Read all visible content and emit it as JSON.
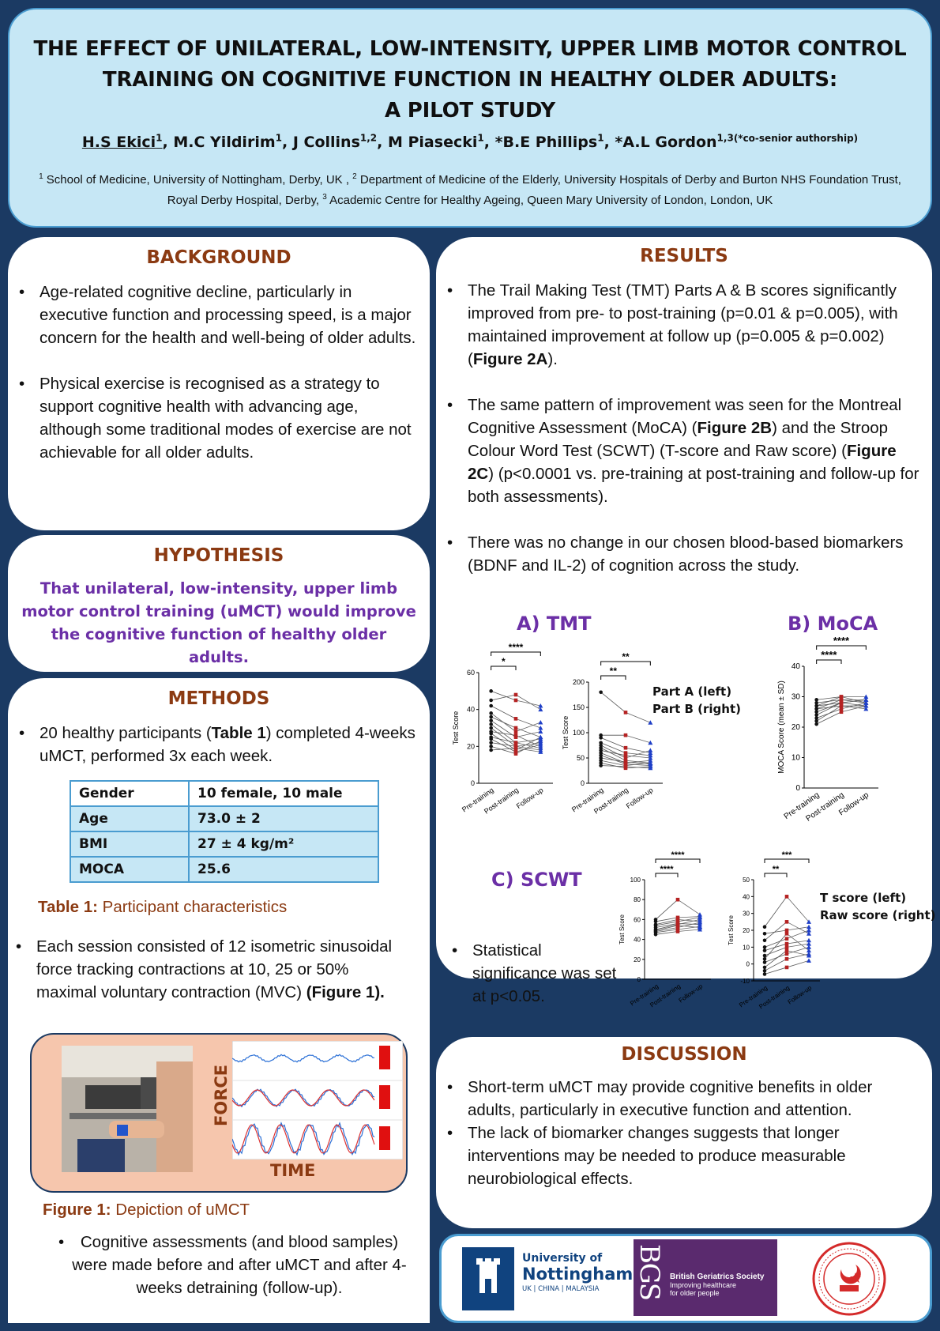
{
  "header": {
    "title_line1": "THE EFFECT OF UNILATERAL, LOW-INTENSITY, UPPER LIMB MOTOR CONTROL",
    "title_line2": "TRAINING ON COGNITIVE FUNCTION IN HEALTHY OLDER ADULTS:",
    "title_line3": "A PILOT STUDY",
    "authors": [
      {
        "name": "H.S Ekici",
        "sup": "1"
      },
      {
        "name": ", M.C Yildirim",
        "sup": "1"
      },
      {
        "name": ", J Collins",
        "sup": "1,2"
      },
      {
        "name": ", M Piasecki",
        "sup": "1"
      },
      {
        "name": ", *B.E Phillips",
        "sup": "1"
      },
      {
        "name": ", *A.L Gordon",
        "sup": "1,3"
      }
    ],
    "co_senior_note": "(*co-senior authorship)",
    "affiliations": [
      {
        "sup": "1",
        "text": " School of Medicine, University of Nottingham, Derby, UK , "
      },
      {
        "sup": "2",
        "text": " Department of Medicine of the Elderly, University Hospitals of Derby and Burton NHS Foundation Trust, Royal Derby Hospital, Derby, "
      },
      {
        "sup": "3",
        "text": " Academic Centre for Healthy Ageing, Queen Mary University of London, London, UK"
      }
    ]
  },
  "background": {
    "title": "BACKGROUND",
    "bullets": [
      "Age-related cognitive decline, particularly in executive function and processing speed, is a major concern for the health and well-being of older adults.",
      "Physical exercise is recognised as a strategy to support cognitive health with advancing age, although some traditional modes of exercise are not achievable for all older adults."
    ]
  },
  "hypothesis": {
    "title": "HYPOTHESIS",
    "text": "That unilateral, low-intensity, upper limb motor control training (uMCT) would improve the cognitive function of healthy older adults."
  },
  "methods": {
    "title": "METHODS",
    "bullet1_pre": "20 healthy participants (",
    "bullet1_bold": "Table 1",
    "bullet1_post": ") completed 4-weeks uMCT, performed 3x each week.",
    "table": [
      [
        "Gender",
        "10 female, 10 male"
      ],
      [
        "Age",
        "73.0 ± 2"
      ],
      [
        "BMI",
        "27 ± 4 kg/m²"
      ],
      [
        "MOCA",
        "25.6"
      ]
    ],
    "table_caption_bold": "Table 1:",
    "table_caption": " Participant characteristics",
    "bullet2_pre": "Each session consisted of 12 isometric sinusoidal force tracking contractions at 10, 25 or 50% maximal voluntary contraction (MVC) ",
    "bullet2_bold": "(Figure 1).",
    "fig1_force_label": "FORCE",
    "fig1_time_label": "TIME",
    "fig1_caption_bold": "Figure 1:",
    "fig1_caption": " Depiction of uMCT",
    "bullet3": "Cognitive assessments (and blood samples) were made before and after uMCT and after 4-weeks detraining (follow-up)."
  },
  "results": {
    "title": "RESULTS",
    "b1_pre": "The Trail Making Test (TMT) Parts A & B scores significantly improved from pre- to post-training (p=0.01 & p=0.005), with maintained improvement at follow up (p=0.005 & p=0.002) (",
    "b1_bold": "Figure 2A",
    "b1_post": ").",
    "b2_a": "The same pattern of improvement was seen for the Montreal Cognitive Assessment (MoCA) (",
    "b2_bold1": "Figure 2B",
    "b2_b": ") and the Stroop Colour Word Test (SCWT) (T-score and Raw score) (",
    "b2_bold2": "Figure 2C",
    "b2_c": ") (p<0.0001 vs. pre-training at post-training and follow-up for both assessments).",
    "b3": "There was no change in our chosen blood-based biomarkers (BDNF and IL-2)  of cognition across the study.",
    "b4": "Statistical significance was set at p<0.05.",
    "fig_a_title": "A) TMT",
    "fig_b_title": "B) MoCA",
    "fig_c_title": "C) SCWT",
    "legend_ab_1": "Part A (left)",
    "legend_ab_2": "Part B (right)",
    "legend_c_1": "T score (left)",
    "legend_c_2": "Raw score (right)",
    "ylabel_test": "Test Score",
    "ylabel_moca": "MOCA Score (mean ± SD)",
    "xcats": [
      "Pre-training",
      "Post-training",
      "Follow-up"
    ]
  },
  "chart_data": [
    {
      "id": "tmt_a",
      "type": "scatter",
      "ylabel": "Test Score",
      "categories": [
        "Pre-training",
        "Post-training",
        "Follow-up"
      ],
      "ylim": [
        0,
        60
      ],
      "yticks": [
        0,
        20,
        40,
        60
      ],
      "sig": [
        "*",
        "****"
      ],
      "series": [
        {
          "values": [
            50,
            45,
            42
          ]
        },
        {
          "values": [
            45,
            48,
            40
          ]
        },
        {
          "values": [
            42,
            35,
            30
          ]
        },
        {
          "values": [
            38,
            28,
            33
          ]
        },
        {
          "values": [
            36,
            30,
            25
          ]
        },
        {
          "values": [
            34,
            25,
            28
          ]
        },
        {
          "values": [
            32,
            22,
            24
          ]
        },
        {
          "values": [
            30,
            20,
            22
          ]
        },
        {
          "values": [
            28,
            26,
            20
          ]
        },
        {
          "values": [
            27,
            18,
            25
          ]
        },
        {
          "values": [
            25,
            22,
            19
          ]
        },
        {
          "values": [
            24,
            17,
            21
          ]
        },
        {
          "values": [
            22,
            20,
            18
          ]
        },
        {
          "values": [
            20,
            16,
            23
          ]
        },
        {
          "values": [
            18,
            19,
            17
          ]
        }
      ]
    },
    {
      "id": "tmt_b",
      "type": "scatter",
      "ylabel": "Test Score",
      "categories": [
        "Pre-training",
        "Post-training",
        "Follow-up"
      ],
      "ylim": [
        0,
        200
      ],
      "yticks": [
        0,
        50,
        100,
        150,
        200
      ],
      "sig": [
        "**",
        "**"
      ],
      "series": [
        {
          "values": [
            180,
            140,
            120
          ]
        },
        {
          "values": [
            95,
            95,
            80
          ]
        },
        {
          "values": [
            90,
            70,
            60
          ]
        },
        {
          "values": [
            80,
            60,
            55
          ]
        },
        {
          "values": [
            75,
            50,
            65
          ]
        },
        {
          "values": [
            70,
            45,
            40
          ]
        },
        {
          "values": [
            65,
            55,
            50
          ]
        },
        {
          "values": [
            60,
            40,
            45
          ]
        },
        {
          "values": [
            55,
            38,
            35
          ]
        },
        {
          "values": [
            50,
            42,
            38
          ]
        },
        {
          "values": [
            45,
            35,
            40
          ]
        },
        {
          "values": [
            40,
            30,
            33
          ]
        },
        {
          "values": [
            35,
            33,
            30
          ]
        }
      ]
    },
    {
      "id": "moca",
      "type": "scatter",
      "ylabel": "MOCA Score (mean ± SD)",
      "categories": [
        "Pre-training",
        "Post-training",
        "Follow-up"
      ],
      "ylim": [
        0,
        40
      ],
      "yticks": [
        0,
        10,
        20,
        30,
        40
      ],
      "sig": [
        "****",
        "****"
      ],
      "series": [
        {
          "values": [
            29,
            30,
            30
          ]
        },
        {
          "values": [
            28,
            29,
            29
          ]
        },
        {
          "values": [
            27,
            30,
            28
          ]
        },
        {
          "values": [
            27,
            28,
            29
          ]
        },
        {
          "values": [
            26,
            29,
            28
          ]
        },
        {
          "values": [
            26,
            27,
            27
          ]
        },
        {
          "values": [
            25,
            28,
            29
          ]
        },
        {
          "values": [
            24,
            28,
            27
          ]
        },
        {
          "values": [
            23,
            26,
            28
          ]
        },
        {
          "values": [
            22,
            27,
            26
          ]
        },
        {
          "values": [
            21,
            25,
            27
          ]
        }
      ]
    },
    {
      "id": "scwt_t",
      "type": "scatter",
      "ylabel": "Test Score",
      "categories": [
        "Pre-training",
        "Post-training",
        "Follow-up"
      ],
      "ylim": [
        0,
        100
      ],
      "yticks": [
        0,
        20,
        40,
        60,
        80,
        100
      ],
      "sig": [
        "****",
        "****"
      ],
      "series": [
        {
          "values": [
            60,
            80,
            65
          ]
        },
        {
          "values": [
            58,
            62,
            63
          ]
        },
        {
          "values": [
            55,
            60,
            58
          ]
        },
        {
          "values": [
            54,
            58,
            62
          ]
        },
        {
          "values": [
            52,
            56,
            55
          ]
        },
        {
          "values": [
            50,
            55,
            60
          ]
        },
        {
          "values": [
            49,
            54,
            52
          ]
        },
        {
          "values": [
            48,
            52,
            57
          ]
        },
        {
          "values": [
            47,
            50,
            53
          ]
        },
        {
          "values": [
            45,
            48,
            50
          ]
        }
      ]
    },
    {
      "id": "scwt_raw",
      "type": "scatter",
      "ylabel": "Test Score",
      "categories": [
        "Pre-training",
        "Post-training",
        "Follow-up"
      ],
      "ylim": [
        -10,
        50
      ],
      "yticks": [
        -10,
        0,
        10,
        20,
        30,
        40,
        50
      ],
      "sig": [
        "**",
        "***"
      ],
      "series": [
        {
          "values": [
            22,
            40,
            25
          ]
        },
        {
          "values": [
            18,
            20,
            22
          ]
        },
        {
          "values": [
            14,
            25,
            18
          ]
        },
        {
          "values": [
            10,
            15,
            20
          ]
        },
        {
          "values": [
            8,
            12,
            14
          ]
        },
        {
          "values": [
            5,
            10,
            12
          ]
        },
        {
          "values": [
            3,
            18,
            8
          ]
        },
        {
          "values": [
            1,
            6,
            10
          ]
        },
        {
          "values": [
            -2,
            8,
            5
          ]
        },
        {
          "values": [
            -4,
            3,
            6
          ]
        },
        {
          "values": [
            -6,
            -2,
            2
          ]
        }
      ]
    }
  ],
  "discussion": {
    "title": "DISCUSSION",
    "bullets": [
      "Short-term uMCT may provide cognitive benefits in older adults, particularly in executive function and attention.",
      "The lack of biomarker changes suggests that longer interventions may be needed to produce measurable neurobiological effects."
    ]
  },
  "logos": {
    "uon_line1": "University of",
    "uon_line2": "Nottingham",
    "uon_line3": "UK | CHINA | MALAYSIA",
    "bgs_mark": "BGS",
    "bgs_name": "British Geriatrics Society",
    "bgs_tag1": "Improving healthcare",
    "bgs_tag2": "for older people"
  },
  "colors": {
    "navy": "#1b3a63",
    "header_bg": "#c6e7f5",
    "section_title": "#8b3a12",
    "purple": "#6b2fa6",
    "pre": "#111111",
    "post": "#b52222",
    "follow": "#1f3fc7"
  }
}
